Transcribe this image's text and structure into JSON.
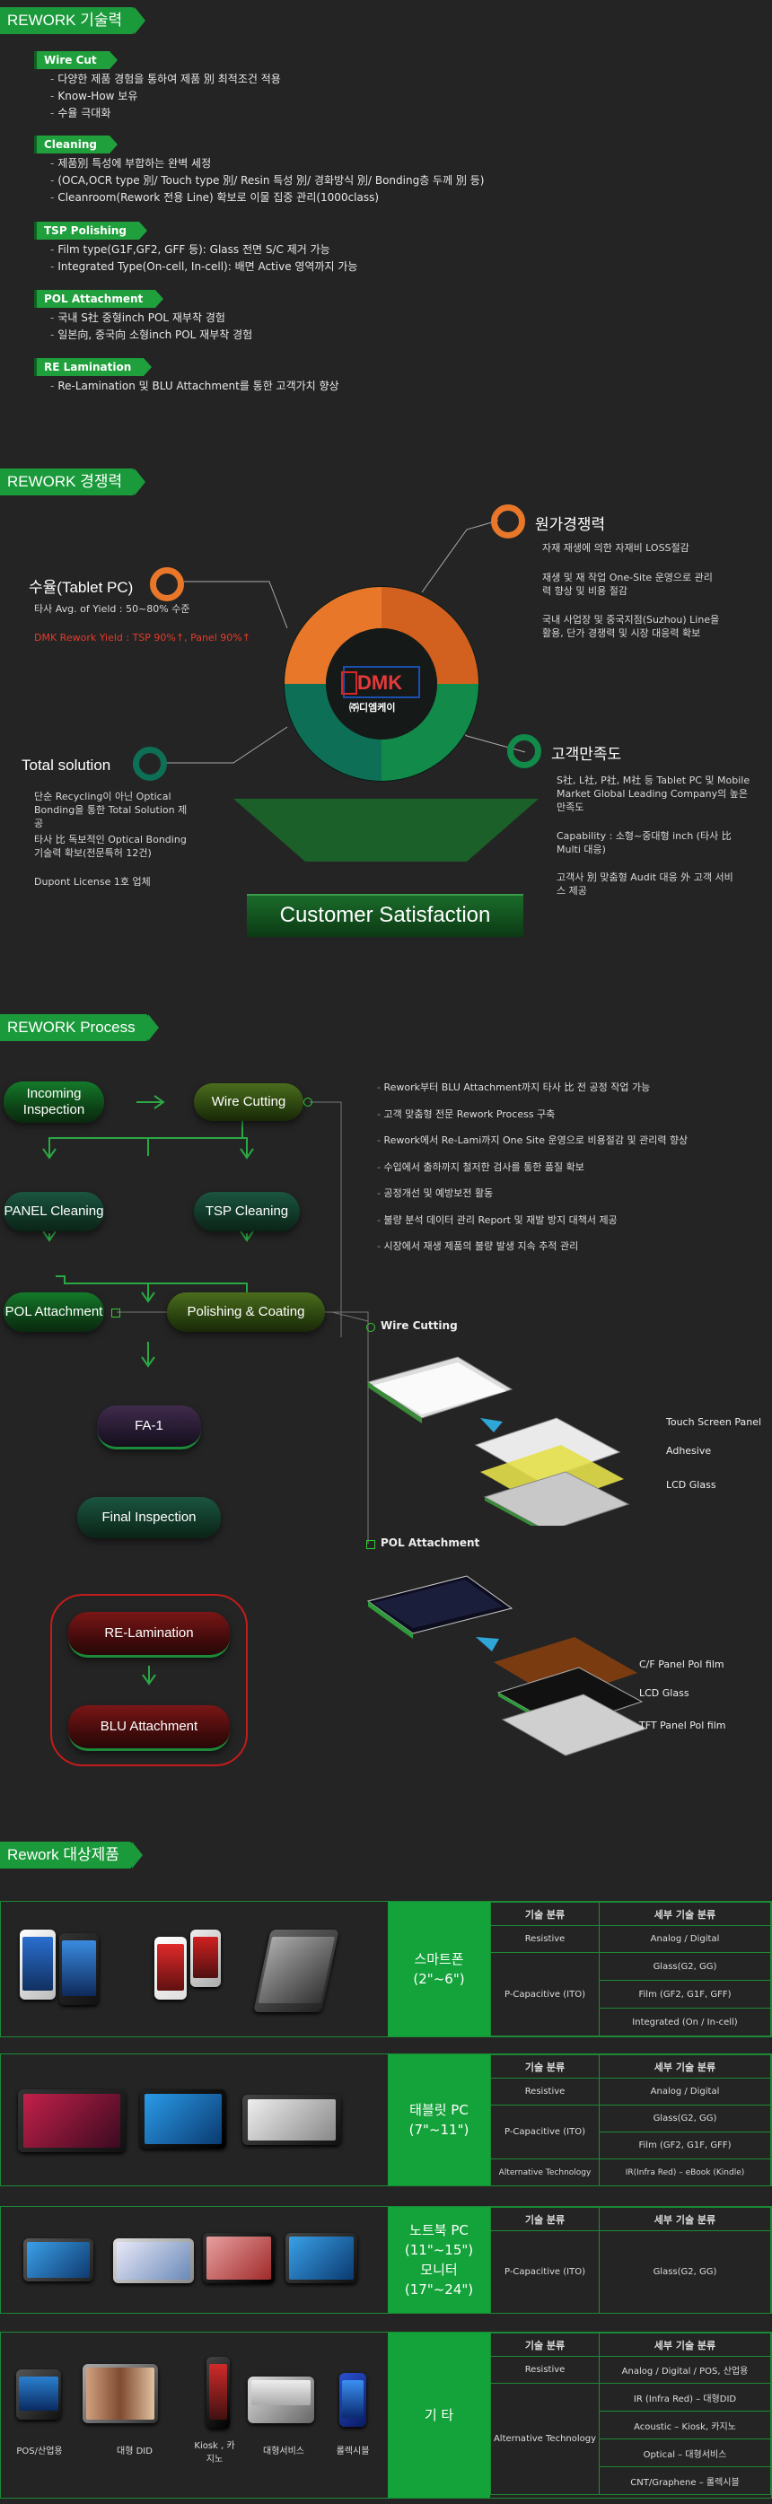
{
  "tech": {
    "title": "REWORK 기술력",
    "blocks": [
      {
        "label": "Wire Cut",
        "items": [
          "다양한 제품 경험을 통하여 제품 別 최적조건 적용",
          "Know-How 보유",
          "수율 극대화"
        ]
      },
      {
        "label": "Cleaning",
        "items": [
          "제품別 특성에 부합하는 완벽 세정",
          "(OCA,OCR type 別/ Touch type 別/ Resin 특성 別/ 경화방식 別/ Bonding층 두께 別 등)",
          "Cleanroom(Rework 전용 Line) 확보로 이물 집중 관리(1000class)"
        ]
      },
      {
        "label": "TSP Polishing",
        "items": [
          "Film type(G1F,GF2, GFF 등): Glass 전면 S/C 제거 가능",
          "Integrated Type(On-cell, In-cell): 배면 Active 영역까지 가능"
        ]
      },
      {
        "label": "POL Attachment",
        "items": [
          "국내 S社 중형inch POL 재부착 경험",
          "일본向, 중국向 소형inch POL 재부착 경험"
        ]
      },
      {
        "label": "RE Lamination",
        "items": [
          "Re-Lamination 및 BLU Attachment를 통한 고객가치 향상"
        ]
      }
    ]
  },
  "competitive": {
    "title": "REWORK 경쟁력",
    "yield_head": "수율(Tablet PC)",
    "yield_items": [
      "타사 Avg. of Yield : 50~80% 수준",
      "DMK Rework Yield : TSP 90%↑, Panel 90%↑"
    ],
    "cost_head": "원가경쟁력",
    "cost_items": [
      "자재 재생에 의한 자재비 LOSS절감",
      "재생 및 재 작업 One-Site 운영으로 관리력 향상 및 비용 절감",
      "국내 사업장 및 중국지점(Suzhou) Line을 활용, 단가 경쟁력 및 시장 대응력 확보"
    ],
    "total_head": "Total solution",
    "total_items": [
      "단순 Recycling이 아닌 Optical Bonding을 통한 Total Solution 제공",
      "타사 比 독보적인 Optical Bonding 기술력 확보(전문특허 12건)",
      "Dupont License 1호 업체"
    ],
    "customer_head": "고객만족도",
    "customer_items": [
      "S社, L社, P社, M社 등 Tablet PC 및 Mobile Market Global Leading Company의 높은 만족도",
      "Capability : 소형~중대형 inch (타사 比 Multi 대응)",
      "고객사 別 맞춤형 Audit 대응 外 고객 서비스 제공"
    ],
    "logo_text": "DMK",
    "logo_sub": "㈜디엠케이",
    "banner": "Customer Satisfaction"
  },
  "process": {
    "title": "REWORK Process",
    "steps": {
      "incoming": "Incoming Inspection",
      "wire": "Wire Cutting",
      "panel": "PANEL Cleaning",
      "tsp": "TSP Cleaning",
      "pol": "POL Attachment",
      "polish": "Polishing & Coating",
      "fa": "FA-1",
      "final": "Final Inspection",
      "relam": "RE-Lamination",
      "blu": "BLU Attachment"
    },
    "notes": [
      "Rework부터 BLU Attachment까지 타사 比 전 공정 작업 가능",
      "고객 맞춤형 전문 Rework Process 구축",
      "Rework에서 Re-Lami까지 One Site 운영으로 비용절감 및 관리력 향상",
      "수입에서 출하까지 철저한 검사를 통한 품질 확보",
      "공정개선 및 예방보전 활동",
      "불량 분석 데이터 관리 Report 및 재발 방지 대책서 제공",
      "시장에서 재생 제품의 불량 발생 지속 추적 관리"
    ],
    "wire_label": "Wire Cutting",
    "wire_layers": [
      "Touch Screen Panel",
      "Adhesive",
      "LCD Glass"
    ],
    "pol_label": "POL Attachment",
    "pol_layers": [
      "C/F Panel Pol film",
      "LCD Glass",
      "TFT Panel Pol film"
    ]
  },
  "products": {
    "title": "Rework 대상제품",
    "hdr_tech": "기술 분류",
    "hdr_detail": "세부 기술 분류",
    "smartphone": {
      "cat": "스마트폰\n(2\"~6\")",
      "rows": [
        [
          "Resistive",
          "Analog / Digital"
        ],
        [
          "P-Capacitive (ITO)",
          "Glass(G2, GG)"
        ],
        [
          "",
          "Film (GF2, G1F, GFF)"
        ],
        [
          "",
          "Integrated (On / In-cell)"
        ]
      ]
    },
    "tablet": {
      "cat": "태블릿 PC\n(7\"~11\")",
      "rows": [
        [
          "Resistive",
          "Analog / Digital"
        ],
        [
          "P-Capacitive (ITO)",
          "Glass(G2, GG)"
        ],
        [
          "",
          "Film (GF2, G1F, GFF)"
        ],
        [
          "Alternative Technology",
          "IR(Infra Red) – eBook (Kindle)"
        ]
      ]
    },
    "notebook": {
      "cat": "노트북 PC\n(11\"~15\")\n모니터\n(17\"~24\")",
      "rows": [
        [
          "P-Capacitive (ITO)",
          "Glass(G2, GG)"
        ]
      ]
    },
    "etc": {
      "cat": "기 타",
      "rows": [
        [
          "Resistive",
          "Analog / Digital / POS, 산업용"
        ],
        [
          "Alternative Technology",
          "IR (Infra Red) – 대형DID"
        ],
        [
          "",
          "Acoustic – Kiosk, 카지노"
        ],
        [
          "",
          "Optical – 대형서비스"
        ],
        [
          "",
          "CNT/Graphene – 롤렉시블"
        ]
      ],
      "captions": [
        "POS/산업용",
        "대형 DID",
        "Kiosk , 카지노",
        "대형서비스",
        "롤렉시블"
      ]
    }
  },
  "colors": {
    "accent": "#1a9a3a",
    "orange": "#e87a2a",
    "teal": "#0e7a5a",
    "red": "#e53b2a"
  }
}
